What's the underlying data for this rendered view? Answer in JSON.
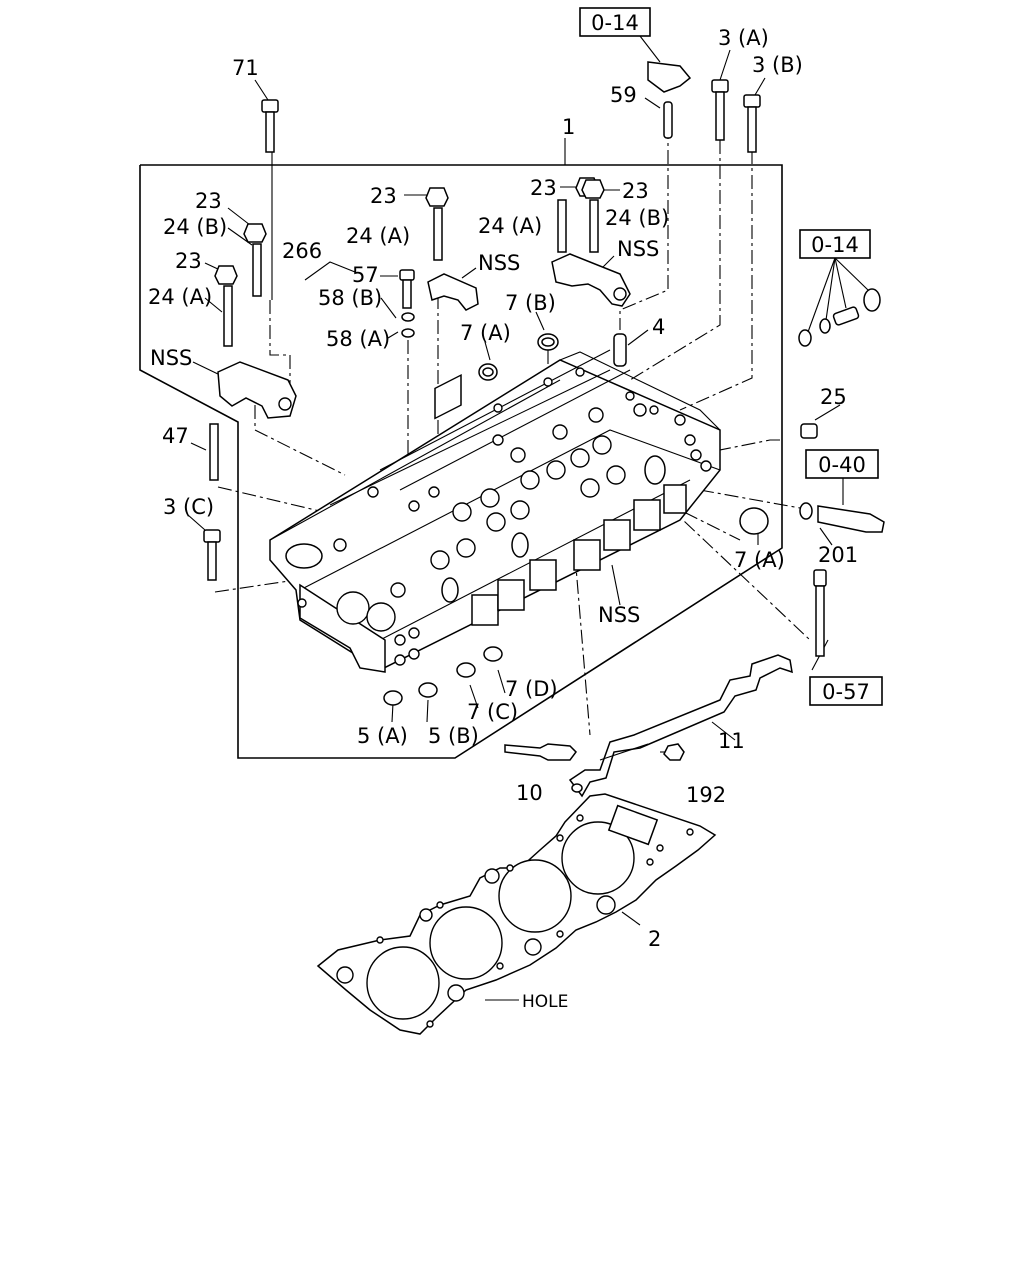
{
  "diagram": {
    "ref_boxes": {
      "ref_top": "0-14",
      "ref_right": "0-14",
      "ref_glow": "0-40",
      "ref_injector": "0-57"
    },
    "labels": {
      "p71": "71",
      "p59": "59",
      "p3a": "3 (A)",
      "p3b": "3 (B)",
      "p1": "1",
      "p23_a": "23",
      "p24b_left": "24 (B)",
      "p23_b": "23",
      "p24a_left": "24 (A)",
      "nss_left": "NSS",
      "p266": "266",
      "p57": "57",
      "p58b": "58 (B)",
      "p58a": "58 (A)",
      "p23_c": "23",
      "p24a_mid": "24 (A)",
      "nss_mid": "NSS",
      "p23_d": "23",
      "p23_e": "23",
      "p24a_right": "24 (A)",
      "p24b_right": "24 (B)",
      "nss_right": "NSS",
      "p7b": "7 (B)",
      "p7a_top": "7 (A)",
      "p4": "4",
      "p25": "25",
      "p47": "47",
      "p3c": "3 (C)",
      "p201": "201",
      "p7a_right": "7 (A)",
      "nss_bottom": "NSS",
      "p7d": "7 (D)",
      "p7c": "7 (C)",
      "p5a": "5 (A)",
      "p5b": "5 (B)",
      "p11": "11",
      "p10": "10",
      "p192": "192",
      "p2": "2",
      "hole": "HOLE"
    }
  }
}
